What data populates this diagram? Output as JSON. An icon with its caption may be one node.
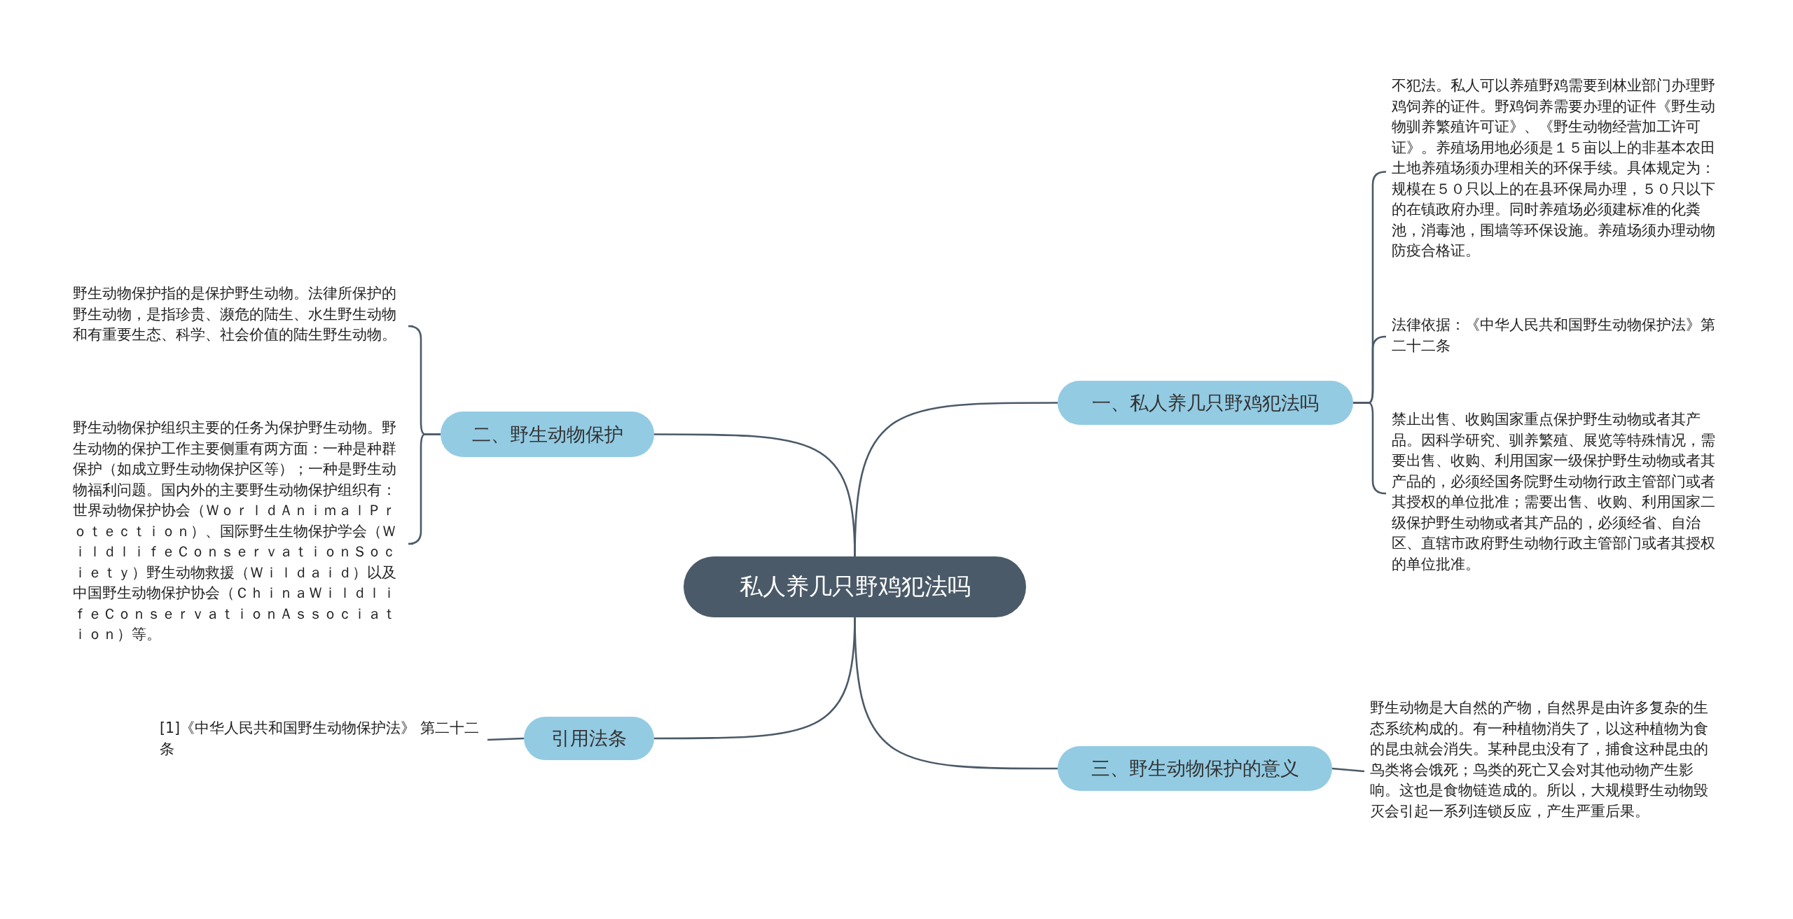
{
  "diagram": {
    "nodes": [
      {
        "text": [
          "私人养几只野鸡犯法吗"
        ]
      },
      {
        "text": [
          "一、私人养几只野鸡犯法吗"
        ]
      },
      {
        "text": [
          "不犯法。私人可以养殖野鸡需要到林业部门办理野鸡饲养的证件。野鸡饲养需要办理的证件《野生动物驯养繁殖许可证》、《野生动物经营加工许可证》。养殖场用地必须是１５亩以上的非基本农田土地养殖场须办理相关的环保手续。具体规定为：规模在５０只以上的在县环保局办理，５０只以下的在镇政府办理。同时养殖场必须建标准的化粪池，消毒池，围墙等环保设施。养殖场须办理动物防疫合格证。"
        ]
      },
      {
        "text": [
          "法律依据：《中华人民共和国野生动物保护法》第二十二条"
        ]
      },
      {
        "text": [
          "禁止出售、收购国家重点保护野生动物或者其产品。因科学研究、驯养繁殖、展览等特殊情况，需要出售、收购、利用国家一级保护野生动物或者其产品的，必须经国务院野生动物行政主管部门或者其授权的单位批准；需要出售、收购、利用国家二级保护野生动物或者其产品的，必须经省、自治区、直辖市政府野生动物行政主管部门或者其授权的单位批准。"
        ]
      },
      {
        "text": [
          "二、野生动物保护"
        ]
      },
      {
        "text": [
          "野生动物保护指的是保护野生动物。法律所保护的野生动物，是指珍贵、濒危的陆生、水生野生动物和有重要生态、科学、社会价值的陆生野生动物。"
        ]
      },
      {
        "text": [
          "野生动物保护组织主要的任务为保护野生动物。野生动物的保护工作主要侧重有两方面：一种是种群保护（如成立野生动物保护区等）；一种是野生动物福利问题。国内外的主要野生动物保护组织有：世界动物保护协会（ＷｏｒｌｄＡｎｉｍａｌＰｒｏｔｅｃｔｉｏｎ）、国际野生生物保护学会（ＷｉｌｄｌｉｆｅＣｏｎｓｅｒｖａｔｉｏｎＳｏｃｉｅｔｙ）野生动物救援（Ｗｉｌｄａｉｄ）以及中国野生动物保护协会（ＣｈｉｎａＷｉｌｄｌｉｆｅＣｏｎｓｅｒｖａｔｉｏｎＡｓｓｏｃｉａｔｉｏｎ）等。"
        ]
      },
      {
        "text": [
          "引用法条"
        ]
      },
      {
        "text": [
          "[1]《中华人民共和国野生动物保护法》 第二十二条"
        ]
      },
      {
        "text": [
          "三、野生动物保护的意义"
        ]
      },
      {
        "text": [
          "野生动物是大自然的产物，自然界是由许多复杂的生态系统构成的。有一种植物消失了，以这种植物为食的昆虫就会消失。某种昆虫没有了，捕食这种昆虫的鸟类将会饿死；鸟类的死亡又会对其他动物产生影响。这也是食物链造成的。所以，大规模野生动物毁灭会引起一系列连锁反应，产生严重后果。"
        ]
      }
    ],
    "edges": [
      {
        "from": 0,
        "to": 1,
        "arrow": "none"
      },
      {
        "from": 1,
        "to": 2,
        "arrow": "none"
      },
      {
        "from": 1,
        "to": 3,
        "arrow": "none"
      },
      {
        "from": 1,
        "to": 4,
        "arrow": "none"
      },
      {
        "from": 0,
        "to": 5,
        "arrow": "none"
      },
      {
        "from": 5,
        "to": 6,
        "arrow": "none"
      },
      {
        "from": 5,
        "to": 7,
        "arrow": "none"
      },
      {
        "from": 0,
        "to": 8,
        "arrow": "none"
      },
      {
        "from": 8,
        "to": 9,
        "arrow": "none"
      },
      {
        "from": 0,
        "to": 10,
        "arrow": "none"
      },
      {
        "from": 10,
        "to": 11,
        "arrow": "none"
      }
    ]
  }
}
